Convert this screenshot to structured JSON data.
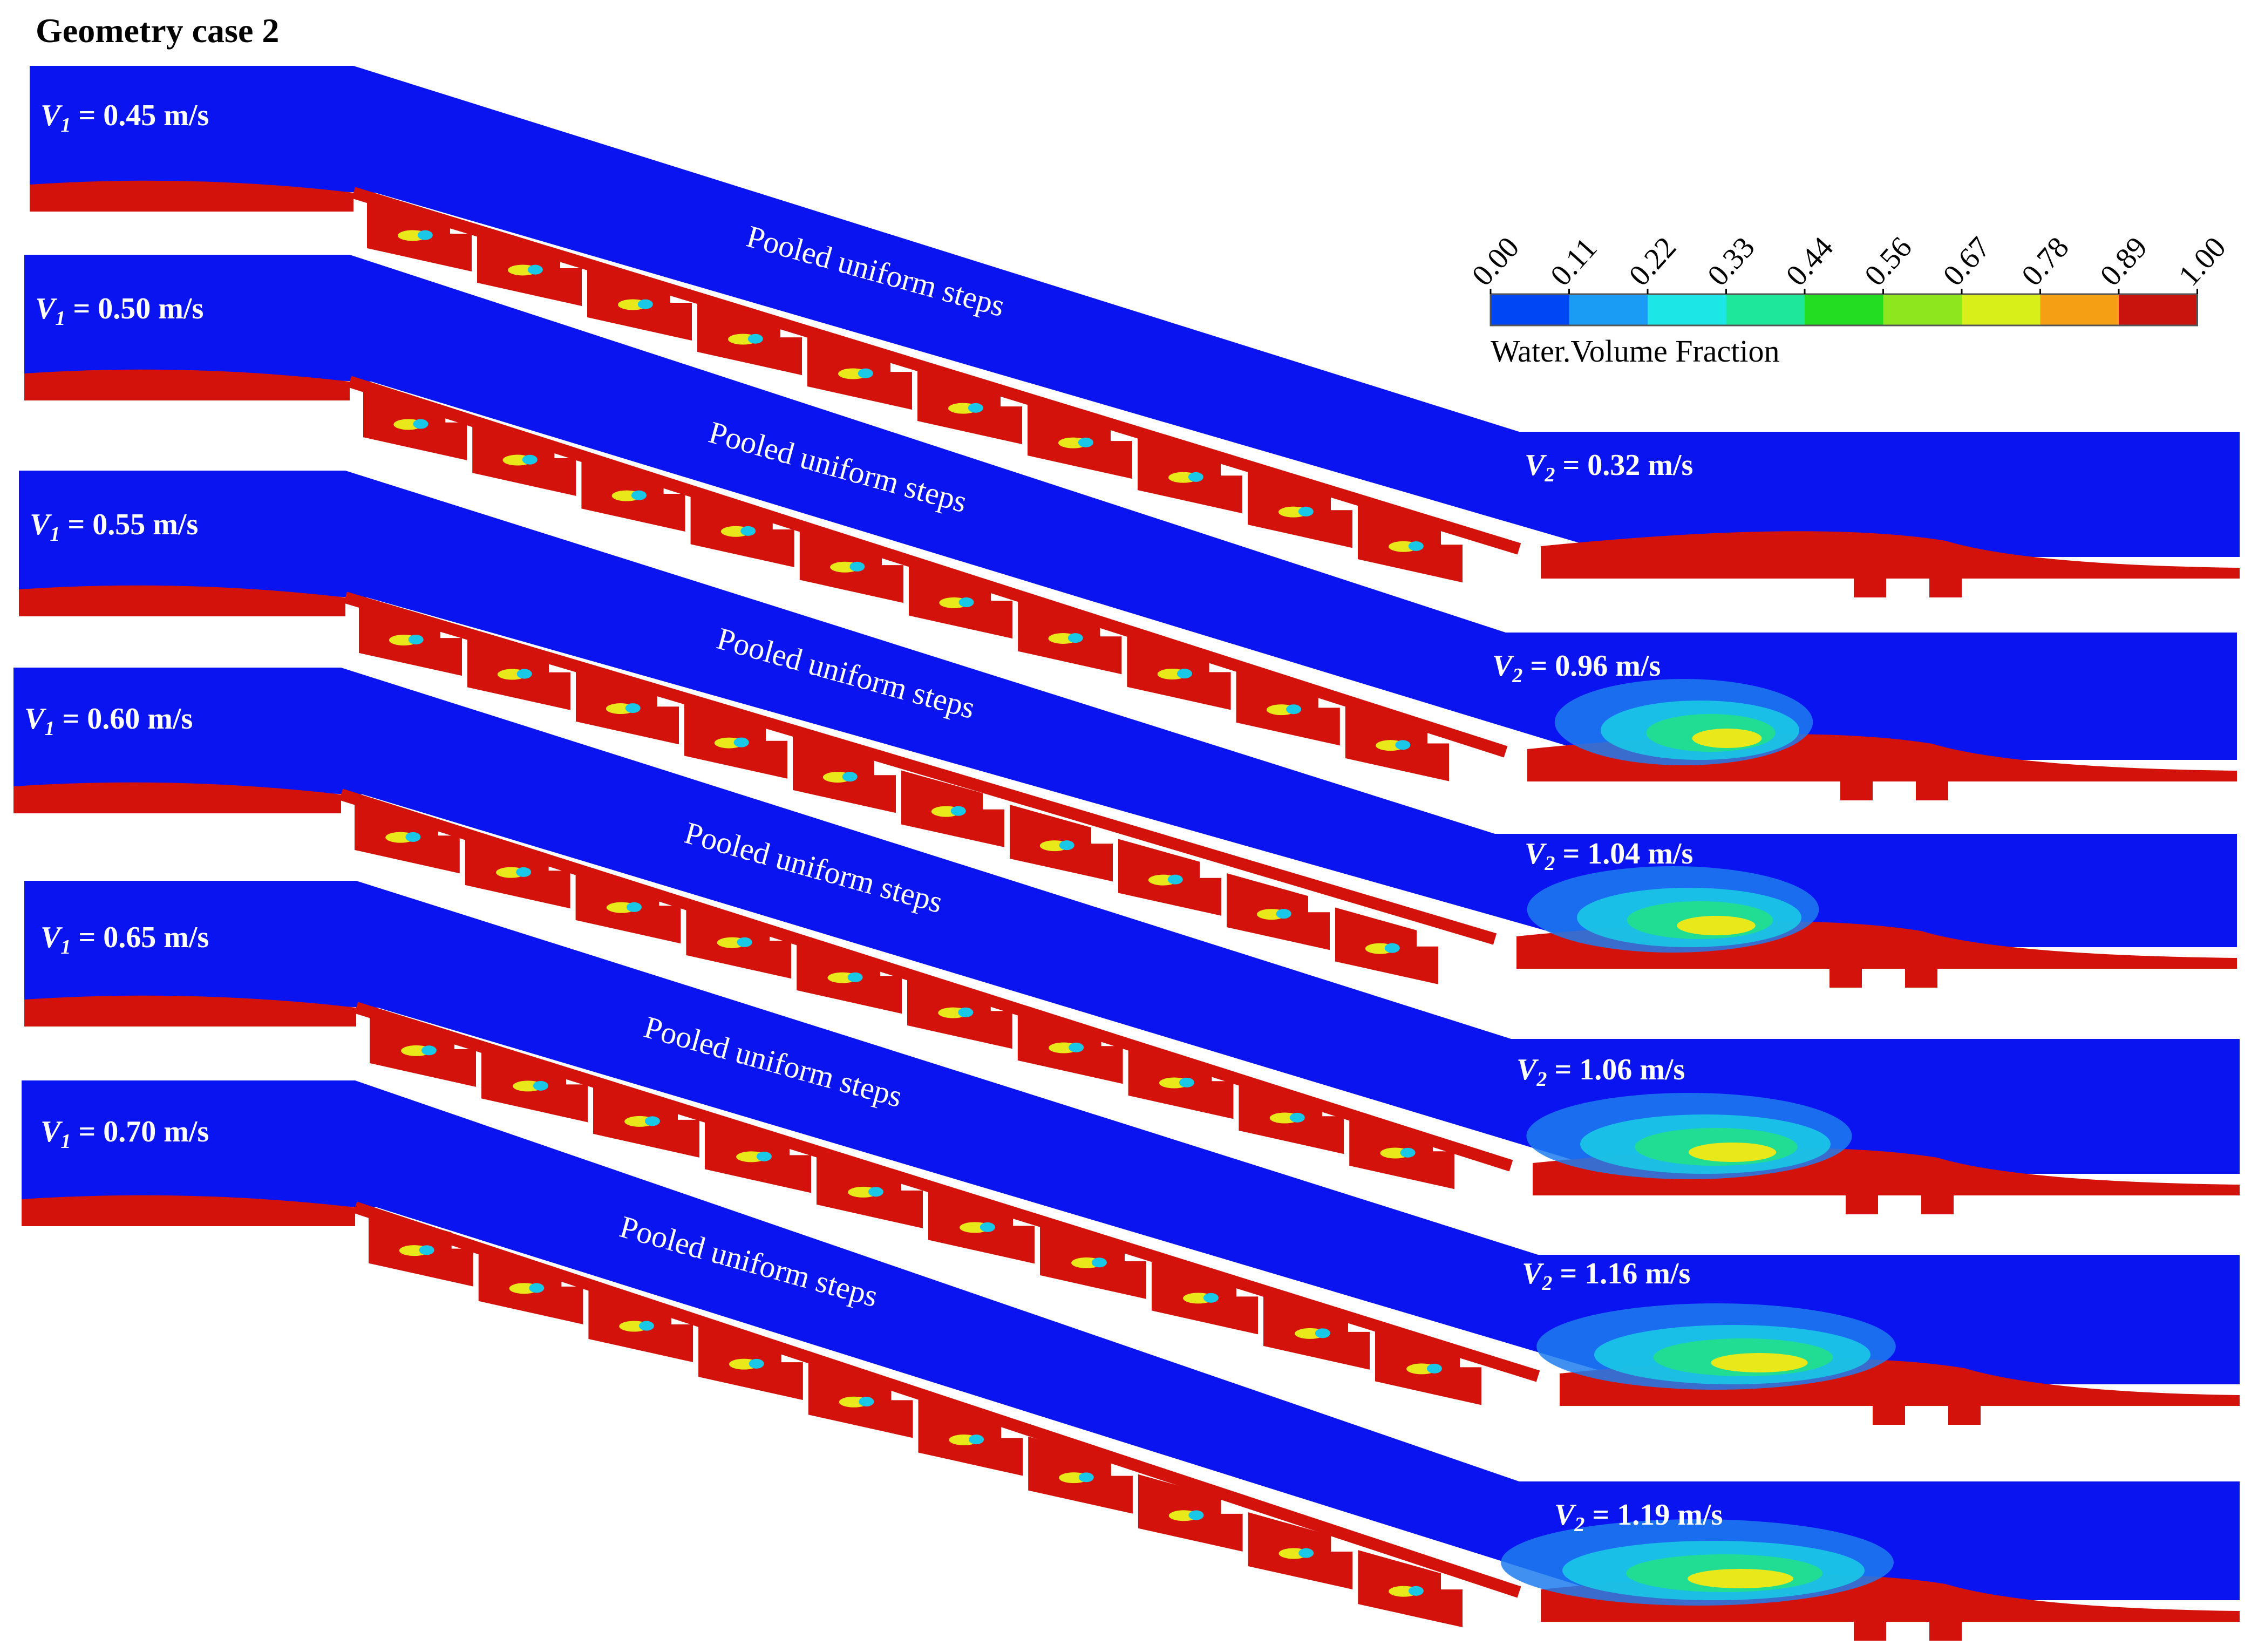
{
  "title": "Geometry  case 2",
  "annotation": "Pooled uniform steps",
  "colors": {
    "air": "#0a14f0",
    "water": "#d4120c",
    "mixing": [
      "#1e7cf0",
      "#19c8e6",
      "#22e08a",
      "#9bf01e",
      "#e8e81a"
    ]
  },
  "panels": [
    {
      "v1": "0.45 m/s",
      "v2": "0.32 m/s"
    },
    {
      "v1": "0.50 m/s",
      "v2": "0.96 m/s"
    },
    {
      "v1": "0.55 m/s",
      "v2": "1.04 m/s"
    },
    {
      "v1": "0.60 m/s",
      "v2": "1.06 m/s"
    },
    {
      "v1": "0.65 m/s",
      "v2": "1.16 m/s"
    },
    {
      "v1": "0.70 m/s",
      "v2": "1.19 m/s"
    }
  ],
  "colorbar": {
    "title": "Water.Volume Fraction",
    "ticks": [
      "0.00",
      "0.11",
      "0.22",
      "0.33",
      "0.44",
      "0.56",
      "0.67",
      "0.78",
      "0.89",
      "1.00"
    ],
    "colors": [
      "#0046f5",
      "#1a9cf5",
      "#1de6e6",
      "#1ee69a",
      "#22dd22",
      "#8ee61e",
      "#d8ef1a",
      "#f5a014",
      "#c8140c"
    ]
  }
}
